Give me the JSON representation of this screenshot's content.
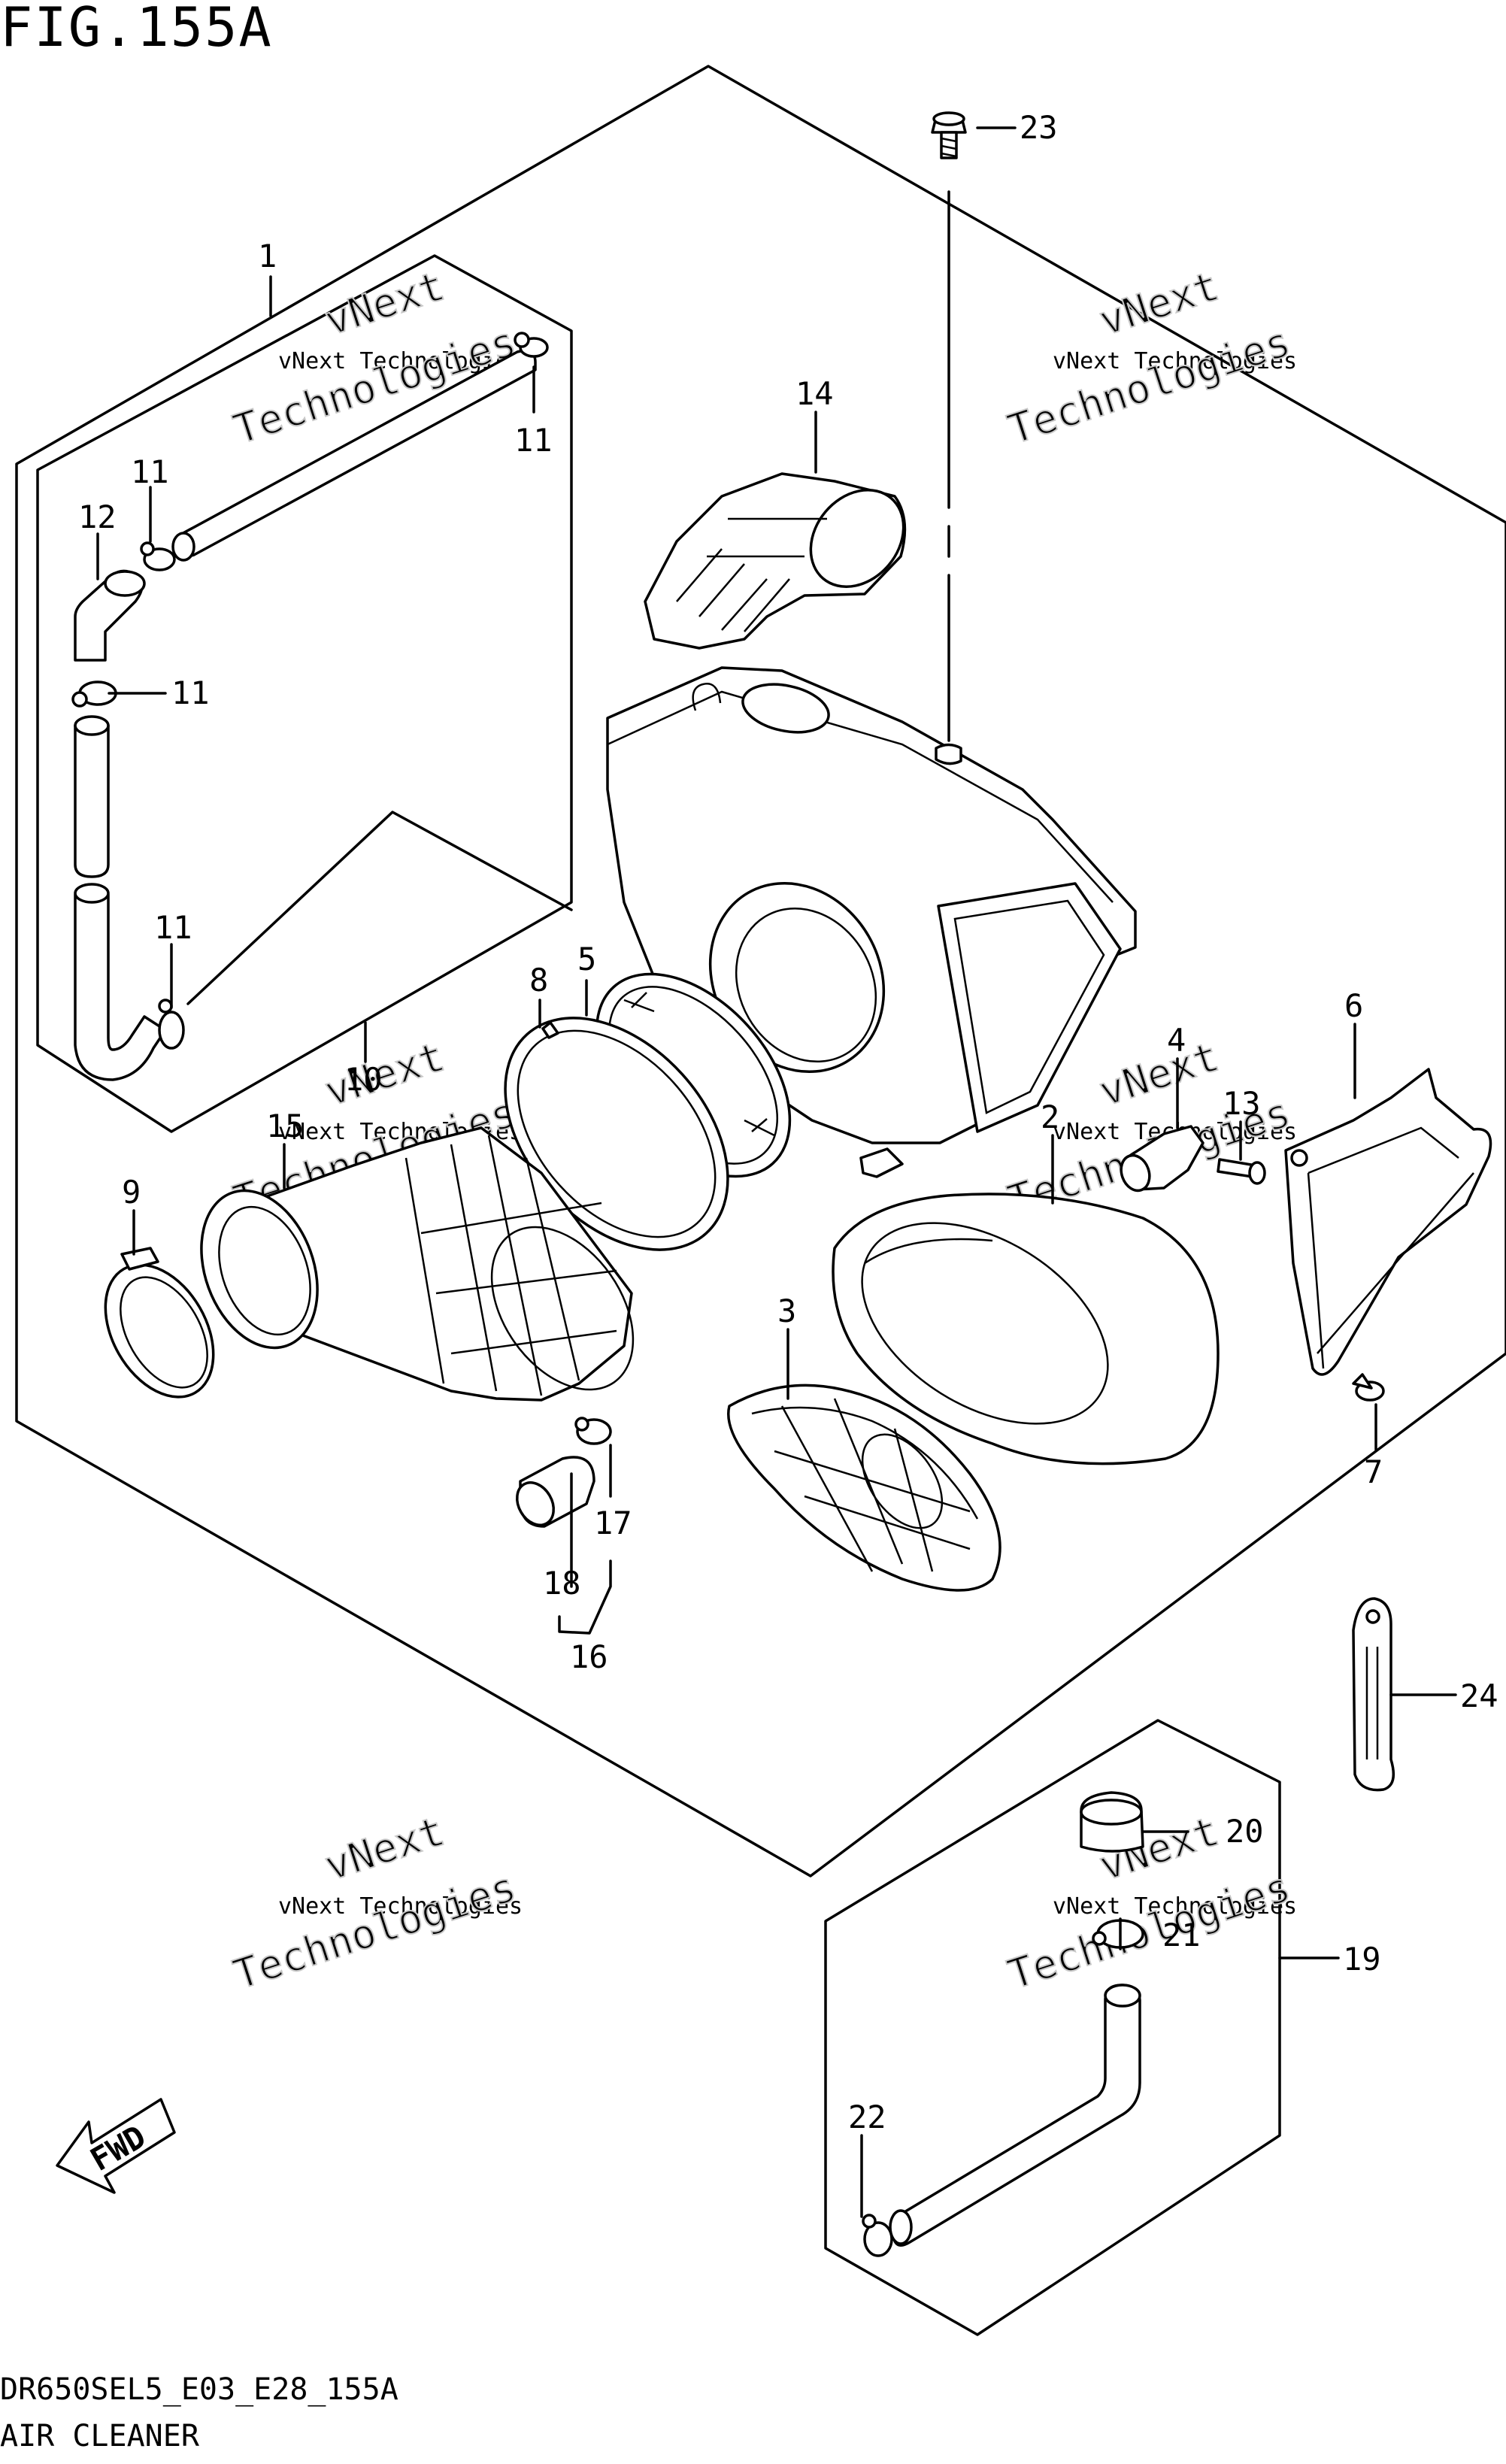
{
  "figure": {
    "title": "FIG.155A",
    "code": "DR650SEL5_E03_E28_155A",
    "name": "AIR CLEANER"
  },
  "watermark": {
    "line1": "vNext Technologies",
    "line2": "vNext",
    "line3": "Technologies"
  },
  "fwd_label": "FWD",
  "callouts": {
    "c1": "1",
    "c2": "2",
    "c3": "3",
    "c4": "4",
    "c5": "5",
    "c6": "6",
    "c7": "7",
    "c8": "8",
    "c9": "9",
    "c10": "10",
    "c11a": "11",
    "c11b": "11",
    "c11c": "11",
    "c11d": "11",
    "c12": "12",
    "c13": "13",
    "c14": "14",
    "c15": "15",
    "c16": "16",
    "c17": "17",
    "c18": "18",
    "c19": "19",
    "c20": "20",
    "c21": "21",
    "c22": "22",
    "c23": "23",
    "c24": "24"
  }
}
